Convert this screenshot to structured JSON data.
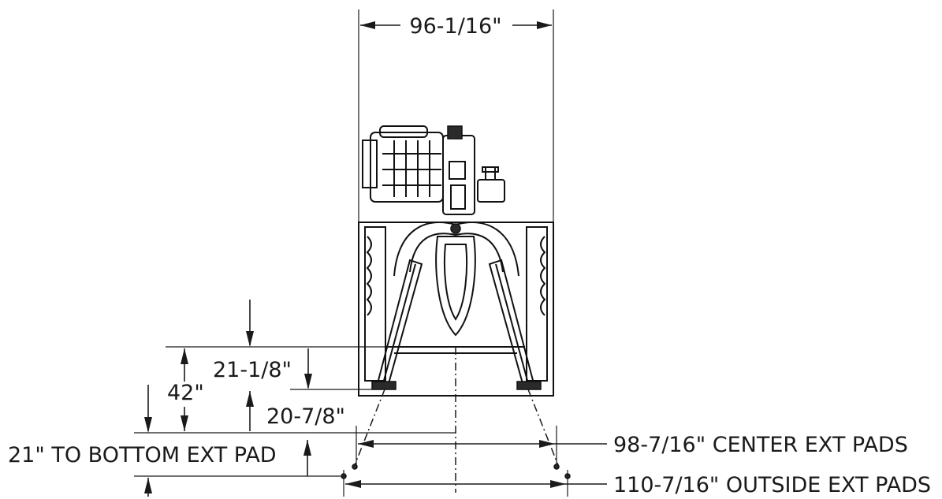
{
  "dimensions": {
    "overall_width": "96-1/16\"",
    "upper_height": "21-1/8\"",
    "total_height": "42\"",
    "lower_height": "20-7/8\"",
    "bottom_pad": "21\"  TO BOTTOM EXT PAD",
    "center_pads": "98-7/16\"  CENTER EXT PADS",
    "outside_pads": "110-7/16\"  OUTSIDE EXT PADS"
  },
  "colors": {
    "line": "#1a1a1a",
    "background": "#ffffff"
  }
}
